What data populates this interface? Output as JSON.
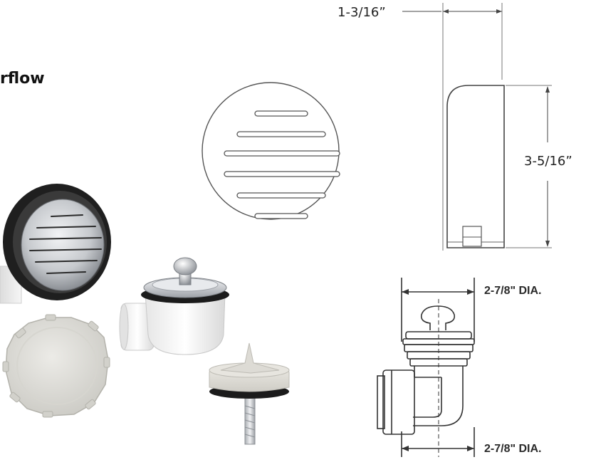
{
  "page": {
    "title_fragment": "rflow"
  },
  "dimensions": {
    "cover_depth": "1-3/16”",
    "cover_height": "3-5/16”",
    "drain_top_diameter": "2-7/8\" DIA.",
    "drain_bottom_diameter": "2-7/8\" DIA."
  },
  "figures": {
    "overflow_faceplate_front": "overflow-faceplate-drawing",
    "overflow_cover_side": "overflow-cover-side-drawing",
    "overflow_assembly_photo": "chrome-overflow-photo",
    "test_cap_photo": "white-test-cap-photo",
    "lift_drain_photo": "lift-and-turn-drain-photo",
    "test_plug_photo": "test-plug-photo",
    "drain_schematic": "drain-shoe-schematic"
  },
  "colors": {
    "chrome": "#c9ccd0",
    "gasket_black": "#1c1c1c",
    "pvc_white": "#f2f2f2",
    "cap_grey": "#dcdbd6",
    "line_grey": "#555555"
  }
}
